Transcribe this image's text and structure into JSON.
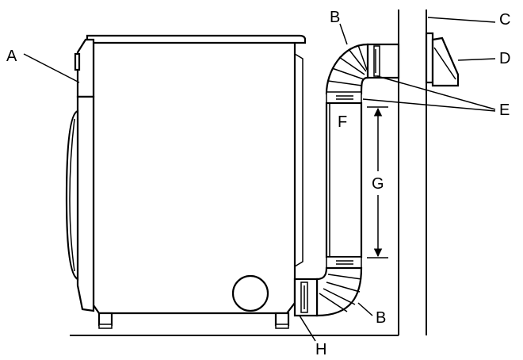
{
  "labels": {
    "a": "A",
    "b_top": "B",
    "b_bottom": "B",
    "c": "C",
    "d": "D",
    "e": "E",
    "f": "F",
    "g": "G",
    "h": "H"
  }
}
